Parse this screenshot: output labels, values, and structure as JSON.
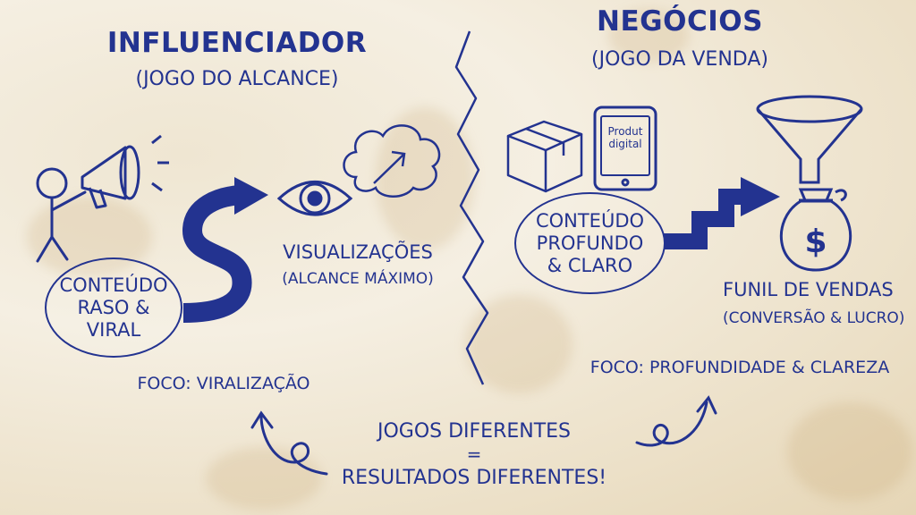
{
  "influencer": {
    "title": "INFLUENCIADOR",
    "subtitle": "(JOGO DO ALCANCE)",
    "content_lines": [
      "CONTEÚDO",
      "RASO &",
      "VIRAL"
    ],
    "views": "VISUALIZAÇÕES",
    "views_sub": "(ALCANCE MÁXIMO)",
    "focus": "FOCO: VIRALIZAÇÃO"
  },
  "business": {
    "title": "NEGÓCIOS",
    "subtitle": "(JOGO DA VENDA)",
    "tablet_line1": "Produt",
    "tablet_line2": "digital",
    "content_lines": [
      "CONTEÚDO",
      "PROFUNDO",
      "& CLARO"
    ],
    "funnel": "FUNIL DE VENDAS",
    "funnel_sub": "(CONVERSÃO & LUCRO)",
    "focus": "FOCO: PROFUNDIDADE & CLAREZA"
  },
  "conclusion": {
    "line1": "JOGOS DIFERENTES",
    "line2": "=",
    "line3": "RESULTADOS DIFERENTES!"
  },
  "colors": {
    "ink": "#233390",
    "paper": "#f3ecdc"
  }
}
